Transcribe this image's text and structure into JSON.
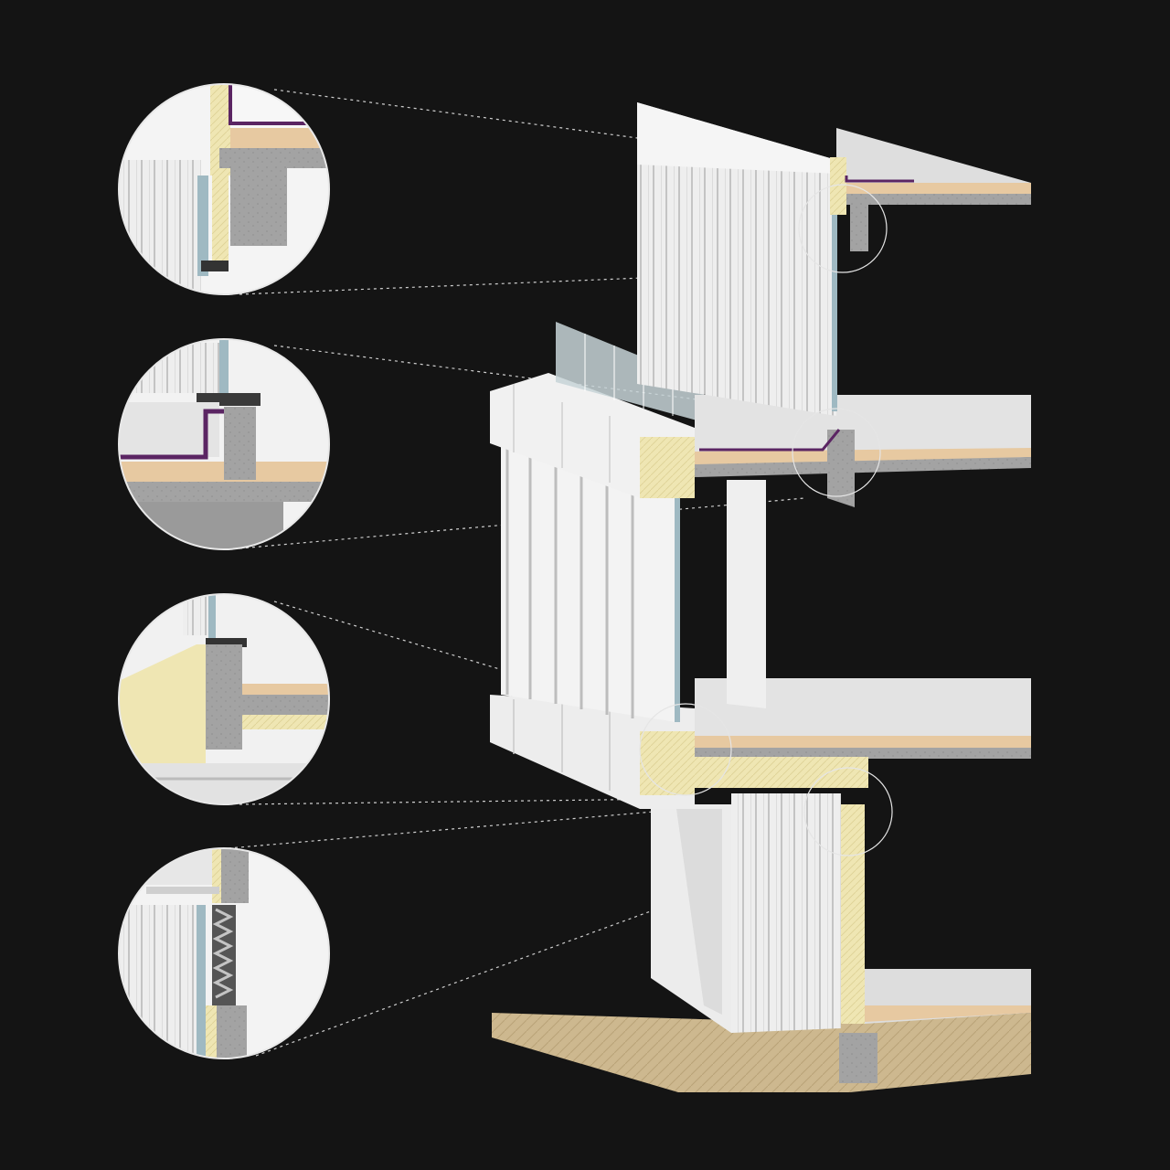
{
  "colors": {
    "background": "#141414",
    "white_panel": "#f4f4f4",
    "light_grey": "#d9d9d9",
    "mid_grey": "#bdbdbd",
    "concrete": "#a3a3a3",
    "concrete_dark": "#8a8a8a",
    "insulation": "#efe6b3",
    "screed": "#e7c9a1",
    "membrane": "#5b2563",
    "ground": "#cdb88f",
    "glass": "#9fb9c2",
    "leader": "#cfcfcf"
  },
  "details": [
    {
      "id": "roof-parapet-detail",
      "icon": "magnifier-callout"
    },
    {
      "id": "balcony-threshold-detail",
      "icon": "magnifier-callout"
    },
    {
      "id": "cantilever-soffit-detail",
      "icon": "magnifier-callout"
    },
    {
      "id": "ground-level-joint-detail",
      "icon": "magnifier-callout"
    }
  ]
}
